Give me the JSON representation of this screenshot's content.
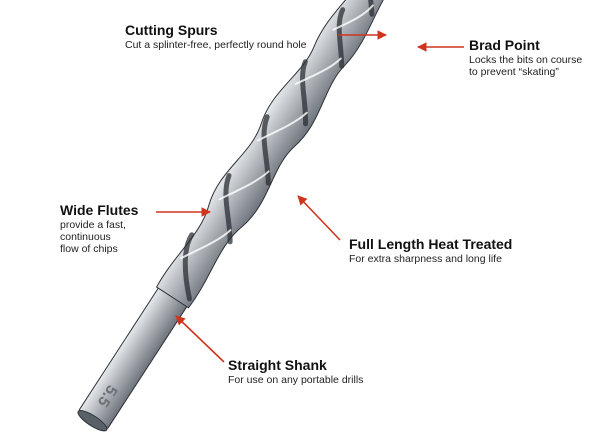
{
  "callouts": {
    "cutting_spurs": {
      "title": "Cutting Spurs",
      "desc": "Cut a splinter-free, perfectly round hole"
    },
    "brad_point": {
      "title": "Brad Point",
      "desc_line1": "Locks the bits on course",
      "desc_line2": "to prevent “skating”"
    },
    "wide_flutes": {
      "title": "Wide Flutes",
      "desc_line1": "provide a fast,",
      "desc_line2": "continuous",
      "desc_line3": "flow of chips"
    },
    "heat_treated": {
      "title": "Full Length Heat Treated",
      "desc": "For extra sharpness and long life"
    },
    "straight_shank": {
      "title": "Straight Shank",
      "desc": "For use on any portable drills"
    }
  },
  "shank_marking": "5.5",
  "colors": {
    "arrow": "#d0341f",
    "steel_light": "#e9ecef",
    "steel_mid": "#9aa0a8",
    "steel_dark": "#3c4047"
  }
}
